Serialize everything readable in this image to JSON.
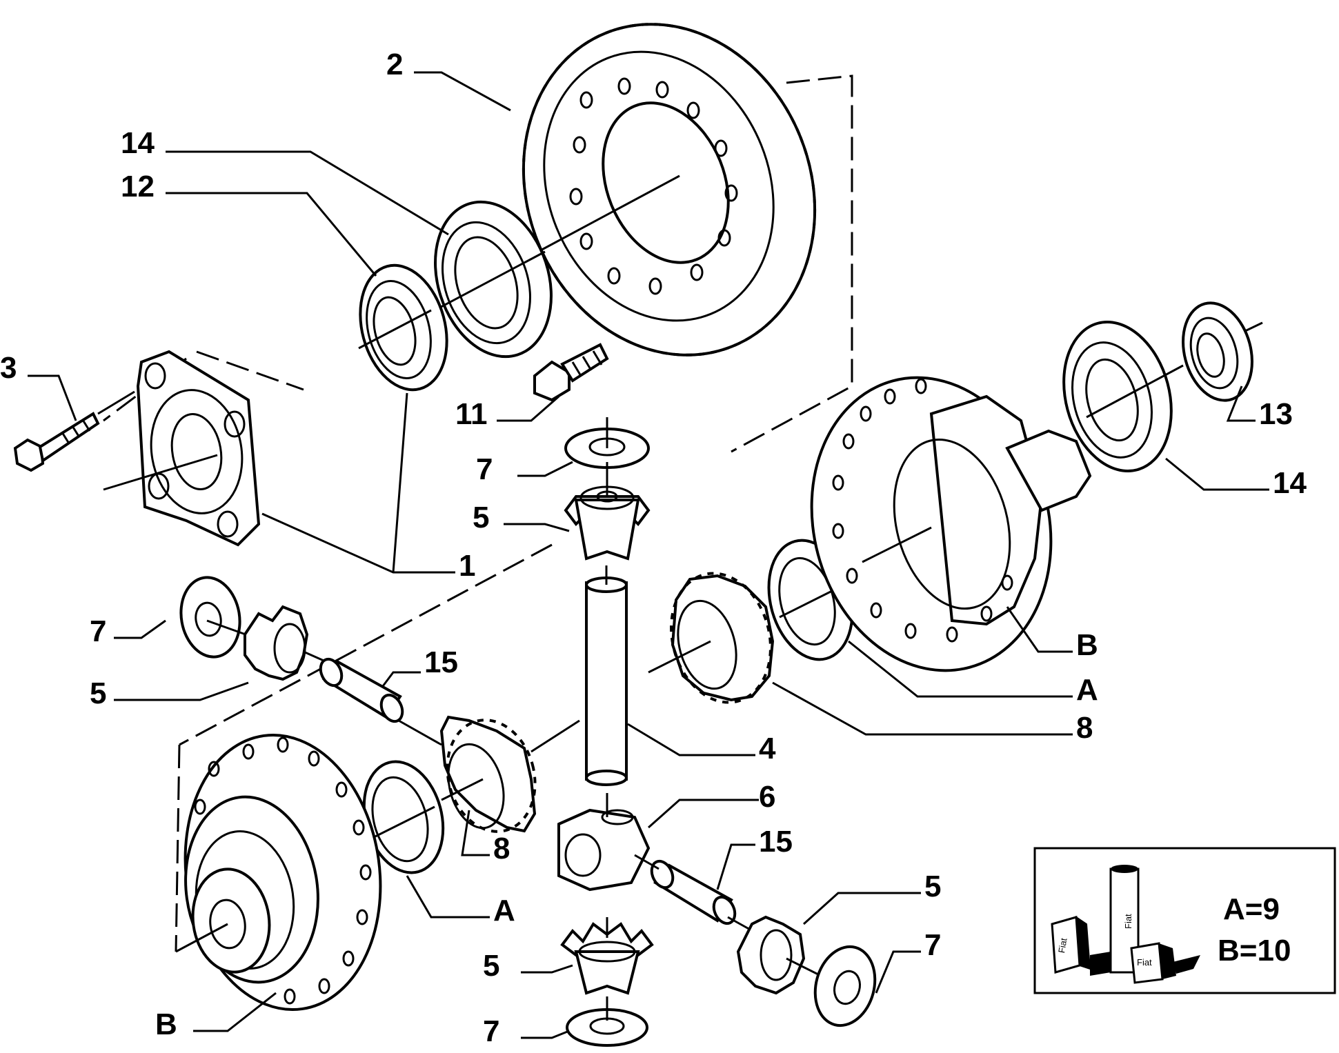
{
  "diagram": {
    "callouts": [
      {
        "id": "c2",
        "text": "2"
      },
      {
        "id": "c14a",
        "text": "14"
      },
      {
        "id": "c12",
        "text": "12"
      },
      {
        "id": "c3",
        "text": "3"
      },
      {
        "id": "c11",
        "text": "11"
      },
      {
        "id": "c7a",
        "text": "7"
      },
      {
        "id": "c5a",
        "text": "5"
      },
      {
        "id": "c1",
        "text": "1"
      },
      {
        "id": "c13",
        "text": "13"
      },
      {
        "id": "c14b",
        "text": "14"
      },
      {
        "id": "c7b",
        "text": "7"
      },
      {
        "id": "c5b",
        "text": "5"
      },
      {
        "id": "c15a",
        "text": "15"
      },
      {
        "id": "cB1",
        "text": "B"
      },
      {
        "id": "cA1",
        "text": "A"
      },
      {
        "id": "c8a",
        "text": "8"
      },
      {
        "id": "c4",
        "text": "4"
      },
      {
        "id": "c6",
        "text": "6"
      },
      {
        "id": "c15b",
        "text": "15"
      },
      {
        "id": "c8b",
        "text": "8"
      },
      {
        "id": "cA2",
        "text": "A"
      },
      {
        "id": "c5c",
        "text": "5"
      },
      {
        "id": "c5d",
        "text": "5"
      },
      {
        "id": "c7c",
        "text": "7"
      },
      {
        "id": "c7d",
        "text": "7"
      },
      {
        "id": "cB2",
        "text": "B"
      }
    ],
    "legend": {
      "line1": "A=9",
      "line2": "B=10",
      "brand": "Fiat"
    }
  }
}
